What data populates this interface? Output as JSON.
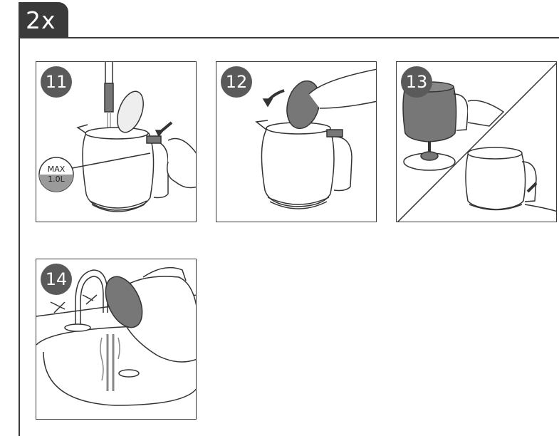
{
  "header": {
    "repeat_label": "2x"
  },
  "steps": [
    {
      "number": "11"
    },
    {
      "number": "12"
    },
    {
      "number": "13"
    },
    {
      "number": "14"
    }
  ],
  "water_level": {
    "line1": "MAX",
    "line2": "1.0L"
  }
}
